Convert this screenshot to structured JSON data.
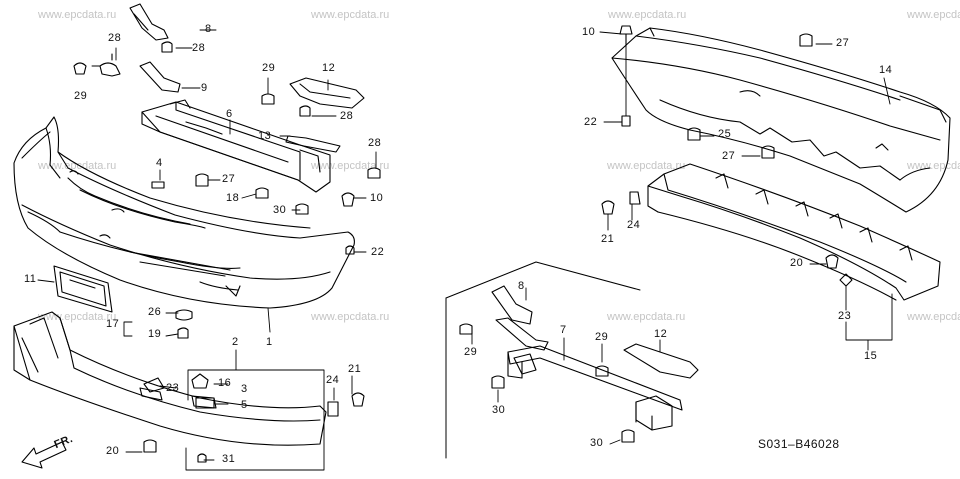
{
  "watermark": "www.epcdata.ru",
  "diagram_ref": "S031–B46028",
  "direction_label": "FR.",
  "callouts": {
    "c1": "1",
    "c2": "2",
    "c3": "3",
    "c4": "4",
    "c5": "5",
    "c6": "6",
    "c7": "7",
    "c8a": "8",
    "c8b": "8",
    "c9": "9",
    "c10a": "10",
    "c10b": "10",
    "c11": "11",
    "c12a": "12",
    "c12b": "12",
    "c13": "13",
    "c14": "14",
    "c15": "15",
    "c16": "16",
    "c17": "17",
    "c18": "18",
    "c19": "19",
    "c20a": "20",
    "c20b": "20",
    "c21a": "21",
    "c21b": "21",
    "c22a": "22",
    "c22b": "22",
    "c23a": "23",
    "c23b": "23",
    "c24a": "24",
    "c24b": "24",
    "c25": "25",
    "c26": "26",
    "c27a": "27",
    "c27b": "27",
    "c27c": "27",
    "c28a": "28",
    "c28b": "28",
    "c28c": "28",
    "c28d": "28",
    "c29a": "29",
    "c29b": "29",
    "c29c": "29",
    "c29d": "29",
    "c30a": "30",
    "c30b": "30",
    "c30c": "30",
    "c31": "31"
  }
}
